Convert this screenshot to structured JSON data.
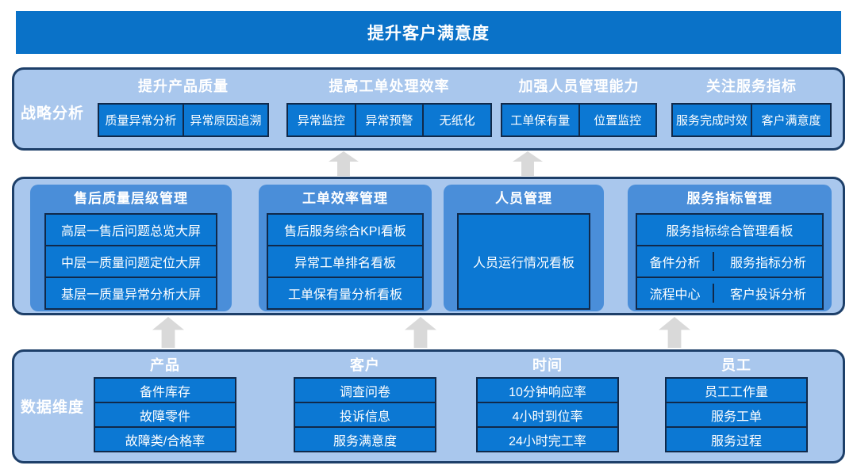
{
  "banner": {
    "title": "提升客户满意度"
  },
  "strategy": {
    "label": "战略分析",
    "groups": [
      {
        "title": "提升产品质量",
        "items": [
          "质量异常分析",
          "异常原因追溯"
        ]
      },
      {
        "title": "提高工单处理效率",
        "items": [
          "异常监控",
          "异常预警",
          "无纸化"
        ]
      },
      {
        "title": "加强人员管理能力",
        "items": [
          "工单保有量",
          "位置监控"
        ]
      },
      {
        "title": "关注服务指标",
        "items": [
          "服务完成时效",
          "客户满意度"
        ]
      }
    ]
  },
  "management": {
    "groups": [
      {
        "title": "售后质量层级管理",
        "items": [
          "高层一售后问题总览大屏",
          "中层一质量问题定位大屏",
          "基层一质量异常分析大屏"
        ]
      },
      {
        "title": "工单效率管理",
        "items": [
          "售后服务综合KPI看板",
          "异常工单排名看板",
          "工单保有量分析看板"
        ]
      },
      {
        "title": "人员管理",
        "items": [
          "人员运行情况看板"
        ]
      },
      {
        "title": "服务指标管理",
        "wide_item": "服务指标综合管理看板",
        "grid_items": [
          "备件分析",
          "服务指标分析",
          "流程中心",
          "客户投诉分析"
        ]
      }
    ]
  },
  "data_dimensions": {
    "label": "数据维度",
    "columns": [
      {
        "title": "产品",
        "items": [
          "备件库存",
          "故障零件",
          "故障类/合格率"
        ]
      },
      {
        "title": "客户",
        "items": [
          "调查问卷",
          "投诉信息",
          "服务满意度"
        ]
      },
      {
        "title": "时间",
        "items": [
          "10分钟响应率",
          "4小时到位率",
          "24小时完工率"
        ]
      },
      {
        "title": "员工",
        "items": [
          "员工工作量",
          "服务工单",
          "服务过程"
        ]
      }
    ]
  },
  "colors": {
    "banner_blue": "#0a72c8",
    "item_blue": "#0c78d3",
    "group_blue": "#4a8ed9",
    "container_light_blue": "#a9c7ed",
    "container_border": "#1d3f69",
    "item_border": "#10294a",
    "arrow_gray": "#d9d9d9",
    "text": "#ffffff"
  }
}
